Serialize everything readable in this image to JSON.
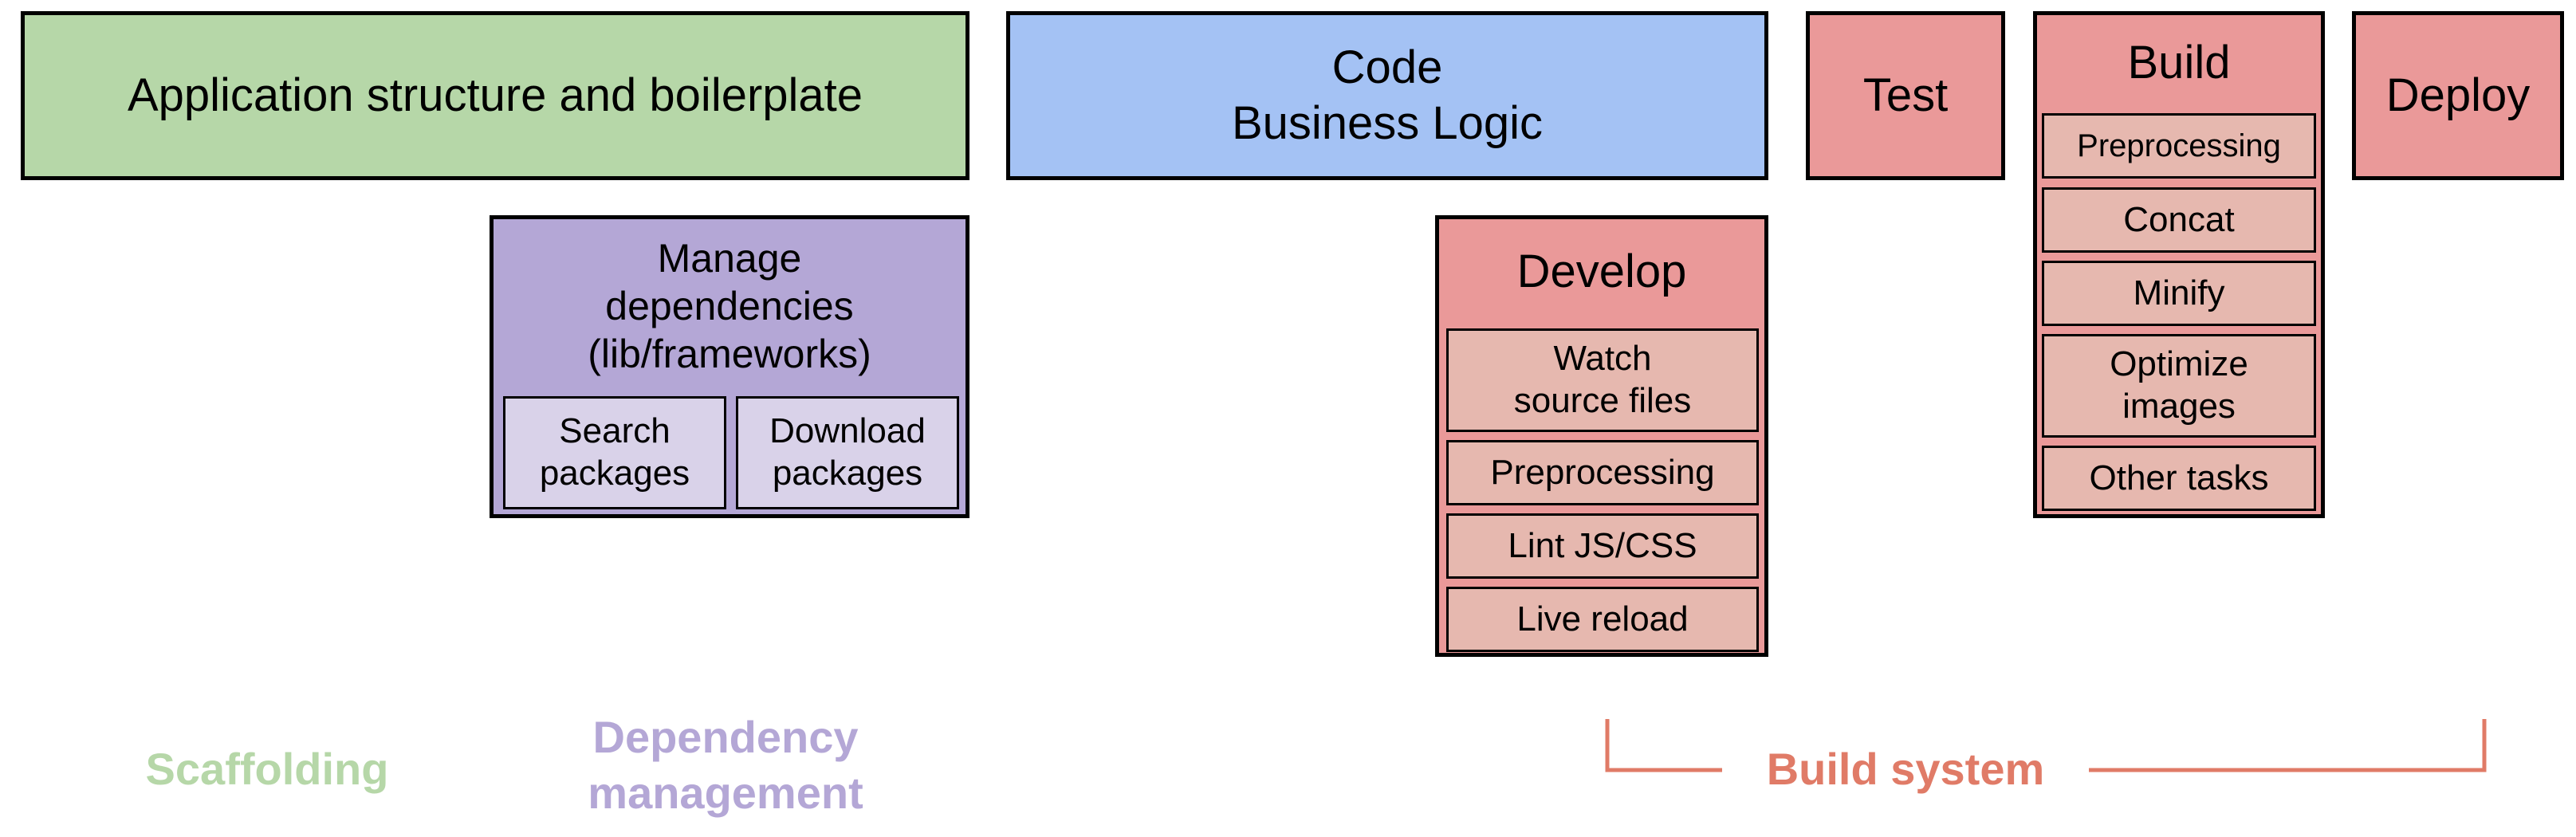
{
  "colors": {
    "scaffolding_fill": "#b6d7a8",
    "code_fill": "#a4c2f4",
    "build_fill": "#ea9999",
    "build_sub_fill": "#e6b8af",
    "dependency_fill": "#b4a7d6",
    "dependency_sub_fill": "#d9d2e9",
    "scaffolding_label": "#b6d7a8",
    "dependency_label": "#b4a7d6",
    "build_system_label": "#e07b67"
  },
  "top_row": {
    "app_structure": "Application structure and boilerplate",
    "code": "Code\nBusiness Logic",
    "test": "Test",
    "deploy": "Deploy"
  },
  "build": {
    "title": "Build",
    "tasks": [
      "Preprocessing",
      "Concat",
      "Minify",
      "Optimize\nimages",
      "Other tasks"
    ]
  },
  "manage": {
    "title": "Manage\ndependencies\n(lib/frameworks)",
    "tasks": [
      "Search\npackages",
      "Download\npackages"
    ]
  },
  "develop": {
    "title": "Develop",
    "tasks": [
      "Watch\nsource files",
      "Preprocessing",
      "Lint JS/CSS",
      "Live reload"
    ]
  },
  "labels": {
    "scaffolding": "Scaffolding",
    "dependency": "Dependency\nmanagement",
    "build_system": "Build system"
  }
}
